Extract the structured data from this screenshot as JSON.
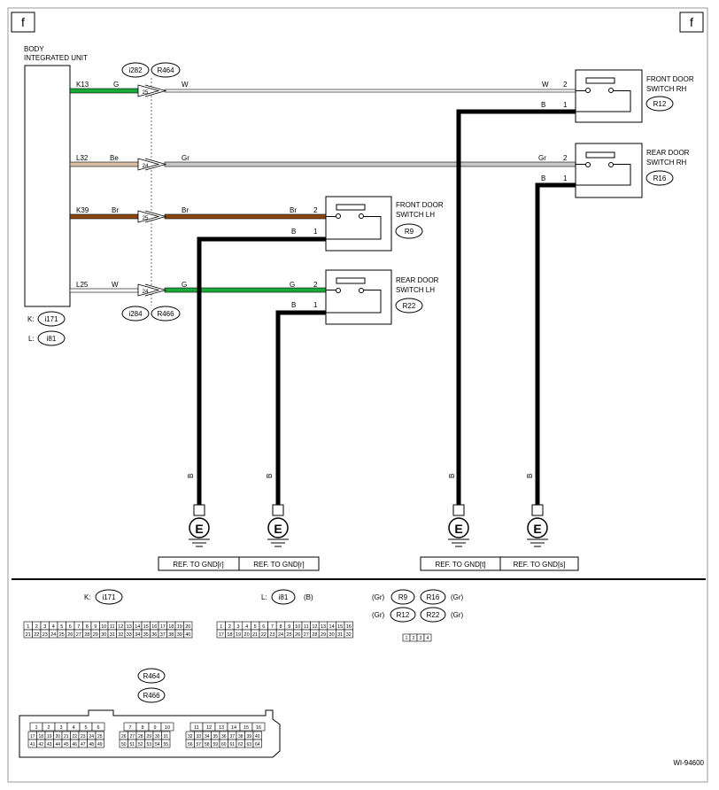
{
  "page_marker": "f",
  "figure_id": "WI-94600",
  "colors": {
    "green": "#1aaa3a",
    "beige": "#d9bfa5",
    "brown": "#8b4513",
    "gray": "#c8c8c8",
    "white_wire": "#ffffff",
    "black": "#000000"
  },
  "body_unit": {
    "title_line1": "BODY",
    "title_line2": "INTEGRATED UNIT",
    "k_prefix": "K:",
    "k_connector": "i171",
    "l_prefix": "L:",
    "l_connector": "i81"
  },
  "connectors_top": [
    "i282",
    "R464"
  ],
  "connectors_bottom": [
    "i284",
    "R466"
  ],
  "wires": [
    {
      "pin": "K13",
      "color": "G",
      "jc_pin": "25",
      "out_color": "W"
    },
    {
      "pin": "L32",
      "color": "Be",
      "jc_pin": "24",
      "out_color": "Gr"
    },
    {
      "pin": "K39",
      "color": "Br",
      "jc_pin": "25",
      "out_color": "Br"
    },
    {
      "pin": "L25",
      "color": "W",
      "jc_pin": "24",
      "out_color": "G"
    }
  ],
  "switches": [
    {
      "name_line1": "FRONT DOOR",
      "name_line2": "SWITCH RH",
      "connector": "R12",
      "in_color": "W",
      "in_pin": "2",
      "gnd_color": "B",
      "gnd_pin": "1"
    },
    {
      "name_line1": "REAR DOOR",
      "name_line2": "SWITCH RH",
      "connector": "R16",
      "in_color": "Gr",
      "in_pin": "2",
      "gnd_color": "B",
      "gnd_pin": "1"
    },
    {
      "name_line1": "FRONT DOOR",
      "name_line2": "SWITCH LH",
      "connector": "R9",
      "in_color": "Br",
      "in_pin": "2",
      "gnd_color": "B",
      "gnd_pin": "1"
    },
    {
      "name_line1": "REAR DOOR",
      "name_line2": "SWITCH LH",
      "connector": "R22",
      "in_color": "G",
      "in_pin": "2",
      "gnd_color": "B",
      "gnd_pin": "1"
    }
  ],
  "grounds": [
    {
      "wire": "B",
      "symbol": "E",
      "ref": "REF. TO GND[r]"
    },
    {
      "wire": "B",
      "symbol": "E",
      "ref": "REF. TO GND[r]"
    },
    {
      "wire": "B",
      "symbol": "E",
      "ref": "REF. TO GND[t]"
    },
    {
      "wire": "B",
      "symbol": "E",
      "ref": "REF. TO GND[s]"
    }
  ],
  "legend": {
    "k_label": "K:",
    "k_conn": "i171",
    "k_row1": [
      "1",
      "2",
      "3",
      "4",
      "5",
      "6",
      "7",
      "8",
      "9",
      "10",
      "11",
      "12",
      "13",
      "14",
      "15",
      "16",
      "17",
      "18",
      "19",
      "20"
    ],
    "k_row2": [
      "21",
      "22",
      "23",
      "24",
      "25",
      "26",
      "27",
      "28",
      "29",
      "30",
      "31",
      "32",
      "33",
      "34",
      "35",
      "36",
      "37",
      "38",
      "39",
      "40"
    ],
    "l_label": "L:",
    "l_conn": "i81",
    "l_note": "(B)",
    "l_row1": [
      "1",
      "2",
      "3",
      "4",
      "5",
      "6",
      "7",
      "8",
      "9",
      "10",
      "11",
      "12",
      "13",
      "14",
      "15",
      "16"
    ],
    "l_row2": [
      "17",
      "18",
      "19",
      "20",
      "21",
      "22",
      "23",
      "24",
      "25",
      "26",
      "27",
      "28",
      "29",
      "30",
      "31",
      "32"
    ],
    "sw_row1": {
      "pre": "(Gr)",
      "a": "R9",
      "b": "R16",
      "post": "(Gr)"
    },
    "sw_row2": {
      "pre": "(Gr)",
      "a": "R12",
      "b": "R22",
      "post": "(Gr)"
    },
    "sw_pins": [
      "1",
      "2",
      "3",
      "4"
    ],
    "r46_a": "R464",
    "r46_b": "R466",
    "r46_blocks": [
      {
        "r1": [
          "1",
          "2",
          "3",
          "4",
          "5",
          "6"
        ],
        "r2": [
          "17",
          "18",
          "19",
          "20",
          "21",
          "22",
          "23",
          "24",
          "25"
        ],
        "r3": [
          "41",
          "42",
          "43",
          "44",
          "45",
          "46",
          "47",
          "48",
          "49"
        ]
      },
      {
        "r1": [
          "7",
          "8",
          "9",
          "10"
        ],
        "r2": [
          "26",
          "27",
          "28",
          "29",
          "30",
          "31"
        ],
        "r3": [
          "50",
          "51",
          "52",
          "53",
          "54",
          "55"
        ]
      },
      {
        "r1": [
          "11",
          "12",
          "13",
          "14",
          "15",
          "16"
        ],
        "r2": [
          "32",
          "33",
          "34",
          "35",
          "36",
          "37",
          "38",
          "39",
          "40"
        ],
        "r3": [
          "56",
          "57",
          "58",
          "59",
          "60",
          "61",
          "62",
          "63",
          "64"
        ]
      }
    ]
  }
}
